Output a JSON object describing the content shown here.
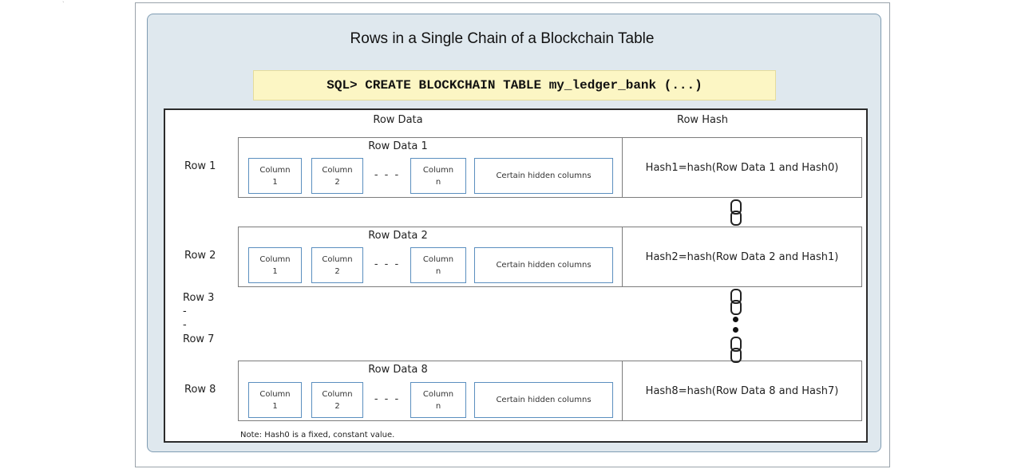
{
  "corner_mark": "`",
  "title": "Rows in a Single Chain of a Blockchain Table",
  "sql": "SQL> CREATE BLOCKCHAIN TABLE my_ledger_bank (...)",
  "headers": {
    "row_data": "Row Data",
    "row_hash": "Row Hash"
  },
  "columns": {
    "col1_line1": "Column",
    "col1_line2": "1",
    "col2_line1": "Column",
    "col2_line2": "2",
    "ellipsis": "- - -",
    "coln_line1": "Column",
    "coln_line2": "n",
    "hidden": "Certain hidden columns"
  },
  "rows": [
    {
      "label": "Row 1",
      "data_title": "Row Data 1",
      "hash": "Hash1=hash(Row Data 1 and Hash0)"
    },
    {
      "label": "Row 2",
      "data_title": "Row Data 2",
      "hash": "Hash2=hash(Row Data 2 and Hash1)"
    },
    {
      "label": "Row 8",
      "data_title": "Row Data 8",
      "hash": "Hash8=hash(Row Data 8 and Hash7)"
    }
  ],
  "gap_labels": {
    "start": "Row 3",
    "dash1": "-",
    "dash2": "-",
    "end": "Row 7"
  },
  "note": "Note: Hash0 is a fixed, constant value.",
  "icons": {
    "chain_link": "chain-link-icon",
    "continuation_dot": "dot-icon"
  }
}
